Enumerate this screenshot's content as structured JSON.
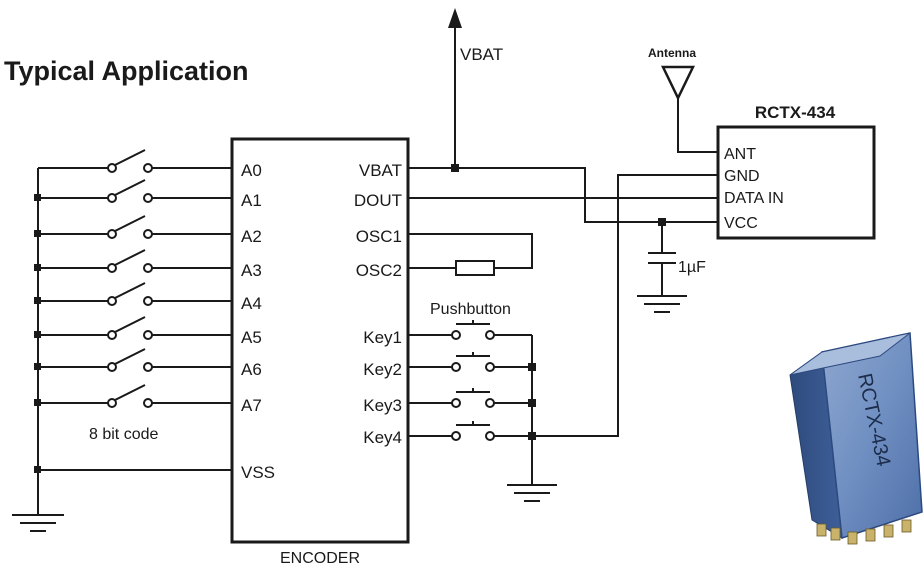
{
  "title": "Typical Application",
  "encoder": {
    "label": "ENCODER",
    "left_pins": [
      "A0",
      "A1",
      "A2",
      "A3",
      "A4",
      "A5",
      "A6",
      "A7",
      "VSS"
    ],
    "right_pins": [
      "VBAT",
      "DOUT",
      "OSC1",
      "OSC2",
      "Key1",
      "Key2",
      "Key3",
      "Key4"
    ]
  },
  "module": {
    "label": "RCTX-434",
    "pins": [
      "ANT",
      "GND",
      "DATA IN",
      "VCC"
    ],
    "chip_marking": "RCTX-434"
  },
  "labels": {
    "vbat_rail": "VBAT",
    "antenna": "Antenna",
    "capacitor": "1µF",
    "pushbutton": "Pushbutton",
    "bit_code": "8 bit code"
  }
}
